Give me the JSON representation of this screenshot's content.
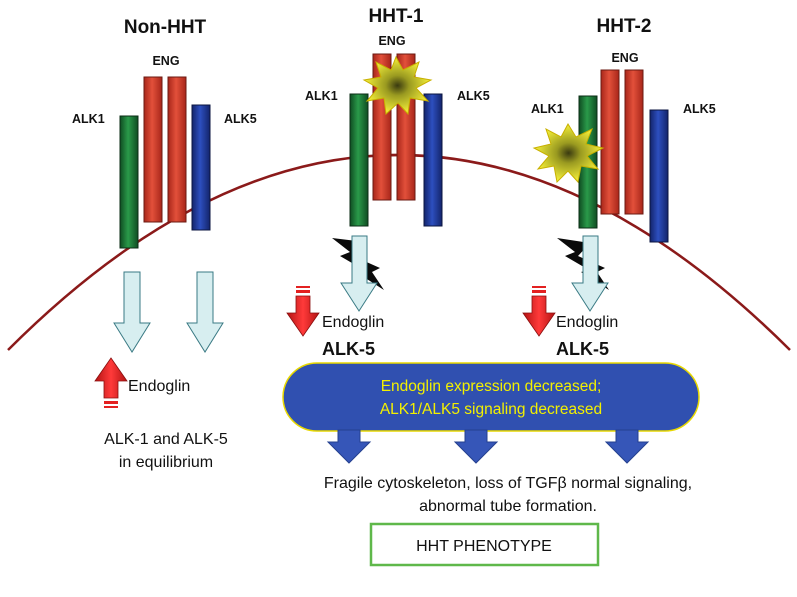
{
  "panels": {
    "non_hht": {
      "title": "Non-HHT",
      "eng_label": "ENG",
      "alk1_label": "ALK1",
      "alk5_label": "ALK5",
      "marker_label": "Endoglin",
      "summary_line1": "ALK-1 and ALK-5",
      "summary_line2": "in equilibrium"
    },
    "hht1": {
      "title": "HHT-1",
      "eng_label": "ENG",
      "alk1_label": "ALK1",
      "alk5_label": "ALK5",
      "marker_label": "Endoglin",
      "alk5_text": "ALK-5"
    },
    "hht2": {
      "title": "HHT-2",
      "eng_label": "ENG",
      "alk1_label": "ALK1",
      "alk5_label": "ALK5",
      "marker_label": "Endoglin",
      "alk5_text": "ALK-5"
    }
  },
  "summary_ellipse": {
    "line1": "Endoglin expression decreased;",
    "line2": "ALK1/ALK5 signaling decreased"
  },
  "consequence": {
    "line1": "Fragile cytoskeleton, loss of TGFβ normal signaling,",
    "line2": "abnormal tube formation."
  },
  "phenotype_box": "HHT PHENOTYPE",
  "colors": {
    "alk1": "#1f7a3a",
    "eng": "#d23a2a",
    "alk5": "#203a9c",
    "membrane": "#8b1a1a",
    "down_arrow": "#d7eef0",
    "red_arrow": "#e32121",
    "ellipse": "#3050b0",
    "ellipse_text": "#f3f000",
    "blue_arrow": "#3656b8",
    "phenotype_border": "#5fb84a"
  }
}
